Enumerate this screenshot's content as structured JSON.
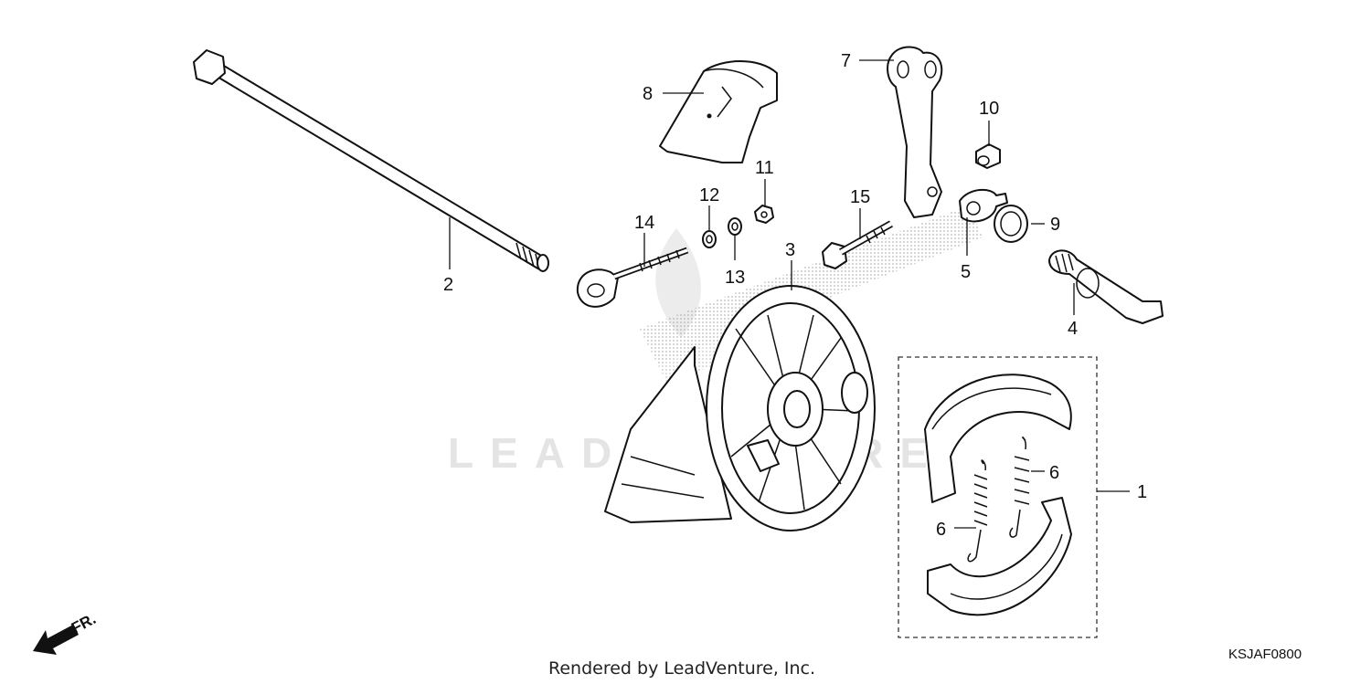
{
  "diagram": {
    "callouts": [
      {
        "id": "c1",
        "label": "1"
      },
      {
        "id": "c2",
        "label": "2"
      },
      {
        "id": "c3",
        "label": "3"
      },
      {
        "id": "c4",
        "label": "4"
      },
      {
        "id": "c5",
        "label": "5"
      },
      {
        "id": "c6a",
        "label": "6"
      },
      {
        "id": "c6b",
        "label": "6"
      },
      {
        "id": "c7",
        "label": "7"
      },
      {
        "id": "c8",
        "label": "8"
      },
      {
        "id": "c9",
        "label": "9"
      },
      {
        "id": "c10",
        "label": "10"
      },
      {
        "id": "c11",
        "label": "11"
      },
      {
        "id": "c12",
        "label": "12"
      },
      {
        "id": "c13",
        "label": "13"
      },
      {
        "id": "c14",
        "label": "14"
      },
      {
        "id": "c15",
        "label": "15"
      }
    ],
    "direction_label": "FR.",
    "watermark": "LEADVENTURE",
    "footer_credit": "Rendered by LeadVenture, Inc.",
    "diagram_code": "KSJAF0800"
  }
}
